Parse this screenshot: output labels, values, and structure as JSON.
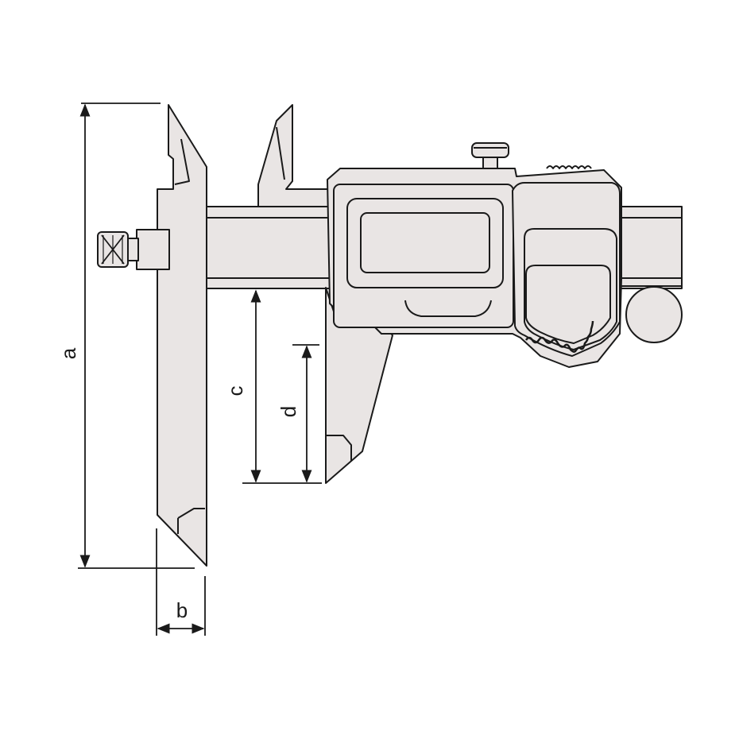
{
  "diagram": {
    "colors": {
      "body_fill": "#e9e5e4",
      "outline": "#1a1a1a",
      "background": "#ffffff"
    },
    "labels": {
      "a": "a",
      "b": "b",
      "c": "c",
      "d": "d"
    }
  }
}
